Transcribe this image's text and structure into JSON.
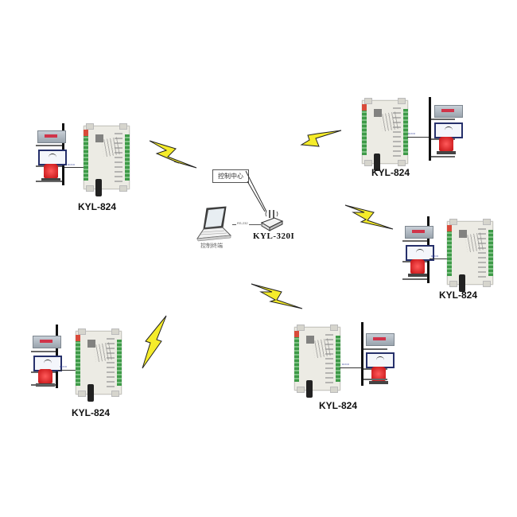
{
  "diagram": {
    "title": "KYL-824 wireless I/O network",
    "center": {
      "control_center_label": "控制中心",
      "terminal_label": "控制终端",
      "link_label": "RS-232",
      "base_station_label": "KYL-320I"
    },
    "stations": [
      {
        "id": "station-top-left",
        "label": "KYL-824",
        "wire_label": "DI/DO"
      },
      {
        "id": "station-top-right",
        "label": "KYL-824",
        "wire_label": "DI/DO"
      },
      {
        "id": "station-mid-right",
        "label": "KYL-824",
        "wire_label": "DI/DO"
      },
      {
        "id": "station-bottom-left",
        "label": "KYL-824",
        "wire_label": "DI/DO"
      },
      {
        "id": "station-bottom-center",
        "label": "KYL-824",
        "wire_label": "DI/DO"
      }
    ],
    "icons": {
      "wireless_link": "lightning-bolt-icon",
      "terminal": "laptop-icon",
      "base_station": "wireless-router-icon",
      "module": "io-module-icon",
      "meter": "panel-meter-icon",
      "gauge": "analog-gauge-icon",
      "alarm": "alarm-lamp-icon"
    },
    "colors": {
      "bolt_fill": "#f5ec2a",
      "bolt_edge": "#222222",
      "terminal_green": "#3e9a48",
      "alarm_red": "#d01518",
      "gauge_frame": "#26306b"
    }
  }
}
